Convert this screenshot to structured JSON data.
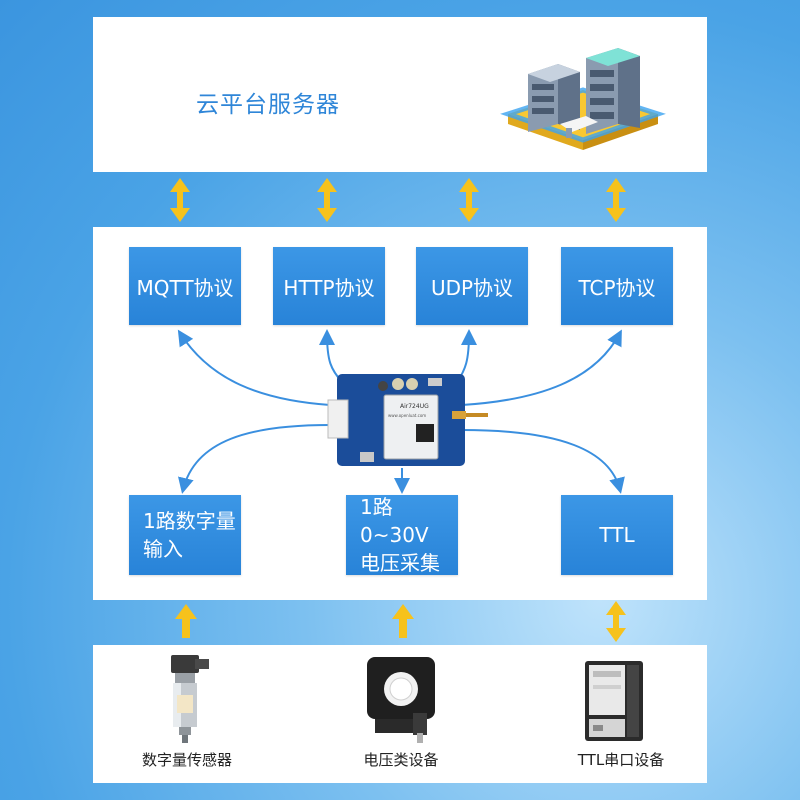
{
  "cloud": {
    "title": "云平台服务器",
    "icon": "server-icon"
  },
  "protocols": [
    {
      "label": "MQTT协议"
    },
    {
      "label": "HTTP协议"
    },
    {
      "label": "UDP协议"
    },
    {
      "label": "TCP协议"
    }
  ],
  "io": [
    {
      "line1": "1路数字量",
      "line2": "输入"
    },
    {
      "line1": "1路0~30V",
      "line2": "电压采集"
    },
    {
      "label": "TTL"
    }
  ],
  "devices": [
    {
      "label": "数字量传感器",
      "icon": "pressure-sensor-icon"
    },
    {
      "label": "电压类设备",
      "icon": "current-transformer-icon"
    },
    {
      "label": "TTL串口设备",
      "icon": "printer-device-icon"
    }
  ],
  "module": {
    "icon": "iot-module-board-icon",
    "chip_text": "Air724UG",
    "chip_subtext": "www.openluat.com"
  },
  "colors": {
    "accent_blue": "#2883d8",
    "arrow_yellow": "#f6c21c",
    "connector_blue": "#3a8fdf",
    "title_blue": "#2f86d8"
  }
}
